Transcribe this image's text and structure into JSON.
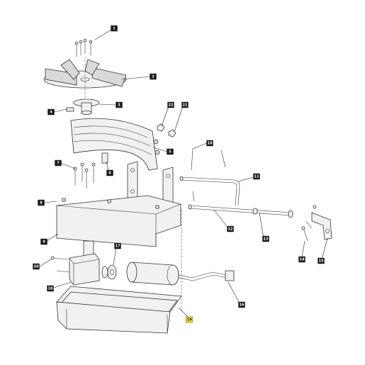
{
  "callouts": [
    {
      "id": "c1",
      "label": "1"
    },
    {
      "id": "c2",
      "label": "2"
    },
    {
      "id": "c3",
      "label": "3"
    },
    {
      "id": "c4",
      "label": "4"
    },
    {
      "id": "c5",
      "label": "5"
    },
    {
      "id": "c6",
      "label": "6"
    },
    {
      "id": "c7",
      "label": "7"
    },
    {
      "id": "c8",
      "label": "8"
    },
    {
      "id": "c9",
      "label": "9"
    },
    {
      "id": "c10",
      "label": "10"
    },
    {
      "id": "c11",
      "label": "11"
    },
    {
      "id": "c12",
      "label": "12"
    },
    {
      "id": "c13",
      "label": "13"
    },
    {
      "id": "c14",
      "label": "14"
    },
    {
      "id": "c15",
      "label": "15"
    },
    {
      "id": "c16",
      "label": "16"
    },
    {
      "id": "c17",
      "label": "17"
    },
    {
      "id": "c18",
      "label": "18"
    },
    {
      "id": "c19",
      "label": "19",
      "highlighted": true
    },
    {
      "id": "c20",
      "label": "20"
    },
    {
      "id": "c21",
      "label": "21"
    },
    {
      "id": "c22",
      "label": "22"
    }
  ],
  "colors": {
    "badge_fill": "#1a1a1a",
    "badge_text": "#ffffff",
    "highlight_fill": "#f4ef1a",
    "highlight_text": "#111111"
  }
}
